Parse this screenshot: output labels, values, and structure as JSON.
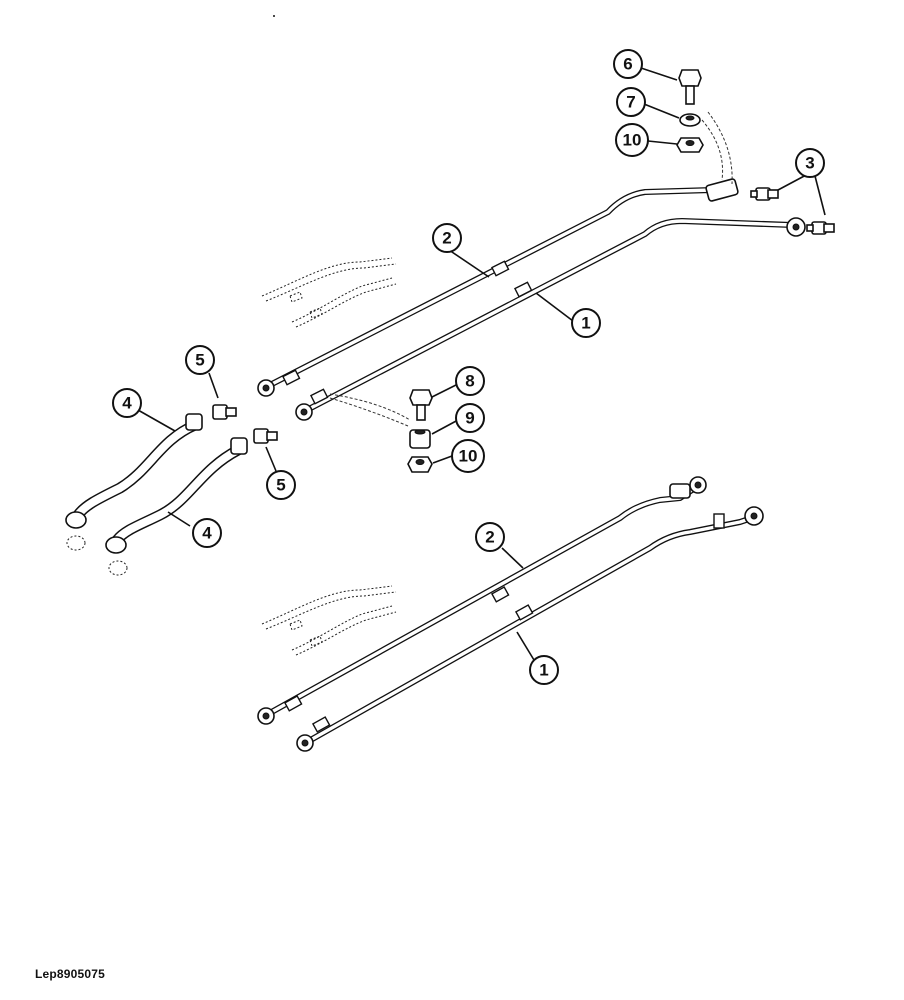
{
  "callouts": {
    "c1_upper": "1",
    "c2_upper": "2",
    "c3": "3",
    "c4_upper": "4",
    "c4_lower": "4",
    "c5_upper": "5",
    "c5_lower": "5",
    "c6": "6",
    "c7": "7",
    "c8": "8",
    "c9": "9",
    "c10_upper": "10",
    "c10_lower": "10",
    "c2_lower": "2",
    "c1_lower": "1"
  },
  "drawing_reference": "Lep8905075"
}
